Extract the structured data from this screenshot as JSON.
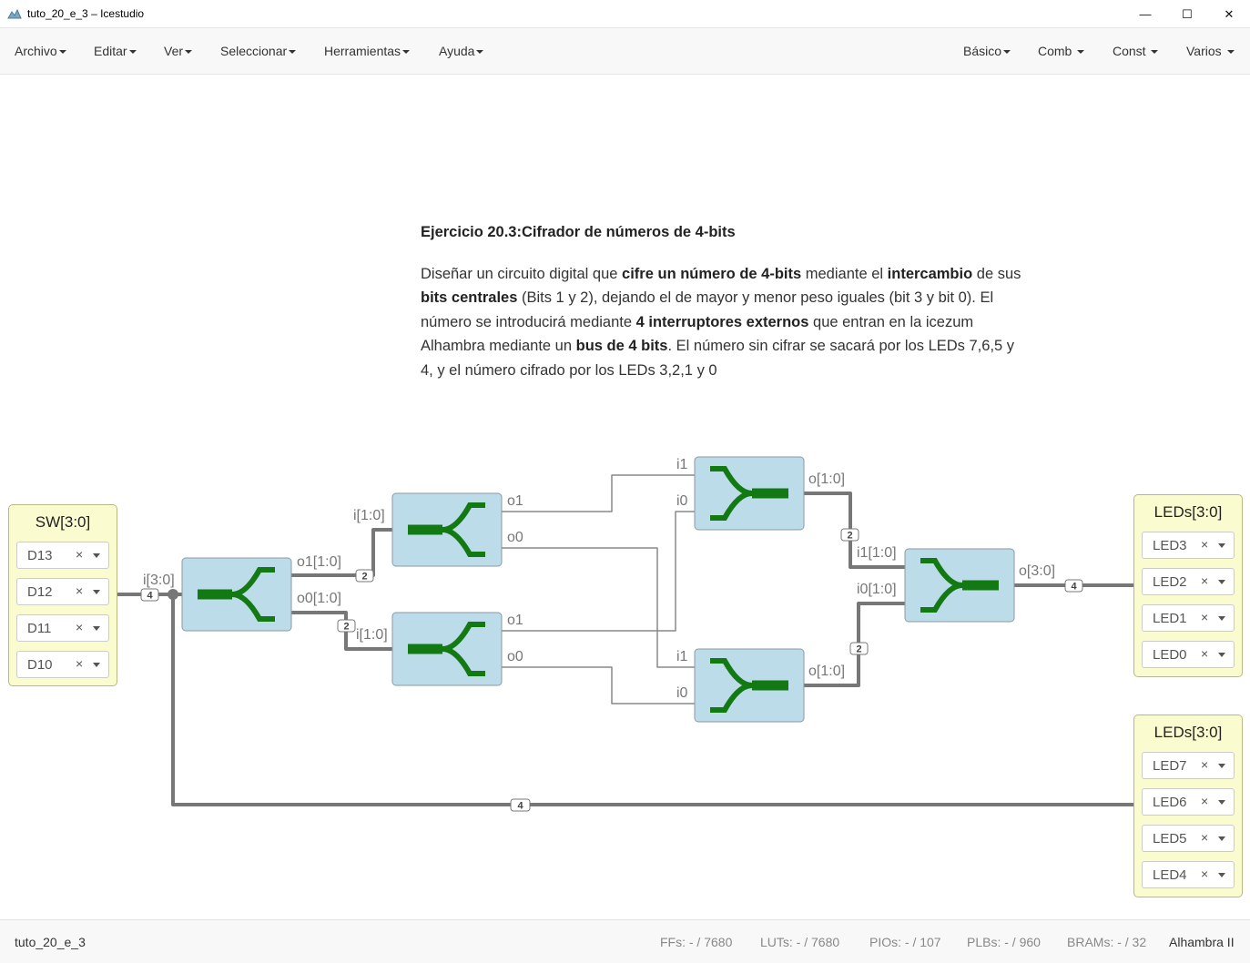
{
  "window": {
    "title": "tuto_20_e_3 – Icestudio",
    "minimize_glyph": "—",
    "maximize_glyph": "☐",
    "close_glyph": "✕"
  },
  "menu": {
    "left": [
      "Archivo",
      "Editar",
      "Ver",
      "Seleccionar",
      "Herramientas",
      "Ayuda"
    ],
    "right": [
      "Básico",
      "Comb",
      "Const",
      "Varios"
    ]
  },
  "info": {
    "title": "Ejercicio 20.3:Cifrador de números de 4-bits",
    "p1": "Diseñar un circuito digital que ",
    "b1": "cifre un número de 4-bits",
    "p2": " mediante el ",
    "b2": "intercambio",
    "p3": " de sus ",
    "b3": "bits centrales",
    "p4": " (Bits 1 y 2), dejando el de mayor y menor peso iguales (bit 3 y bit 0). El número se introducirá mediante ",
    "b4": "4 interruptores externos",
    "p5": " que entran en la icezum Alhambra mediante un ",
    "b5": "bus de 4 bits",
    "p6": ". El número sin cifrar se sacará por los LEDs 7,6,5 y 4, y el número cifrado por los LEDs 3,2,1 y 0"
  },
  "input_block": {
    "title": "SW[3:0]",
    "pins": [
      "D13",
      "D12",
      "D11",
      "D10"
    ]
  },
  "output_block_1": {
    "title": "LEDs[3:0]",
    "pins": [
      "LED3",
      "LED2",
      "LED1",
      "LED0"
    ]
  },
  "output_block_2": {
    "title": "LEDs[3:0]",
    "pins": [
      "LED7",
      "LED6",
      "LED5",
      "LED4"
    ]
  },
  "pin_close_glyph": "×",
  "ports": {
    "main_in": "i[3:0]",
    "main_o1": "o1[1:0]",
    "main_o0": "o0[1:0]",
    "s1_in": "i[1:0]",
    "s1_o1": "o1",
    "s1_o0": "o0",
    "s2_in": "i[1:0]",
    "s2_o1": "o1",
    "s2_o0": "o0",
    "j1_i1": "i1",
    "j1_i0": "i0",
    "j1_out": "o[1:0]",
    "j2_i1": "i1",
    "j2_i0": "i0",
    "j2_out": "o[1:0]",
    "j3_i1": "i1[1:0]",
    "j3_i0": "i0[1:0]",
    "j3_out": "o[3:0]"
  },
  "bus_widths": {
    "input": "4",
    "top_split": "2",
    "bottom_split": "2",
    "j1_out": "2",
    "j2_out": "2",
    "final": "4",
    "bottom_bus": "4"
  },
  "status": {
    "project": "tuto_20_e_3",
    "ffs": "FFs:  - / 7680",
    "luts": "LUTs:  - / 7680",
    "pios": "PIOs:  - / 107",
    "plbs": "PLBs:  - / 960",
    "brams": "BRAMs:  - / 32",
    "board": "Alhambra II"
  }
}
